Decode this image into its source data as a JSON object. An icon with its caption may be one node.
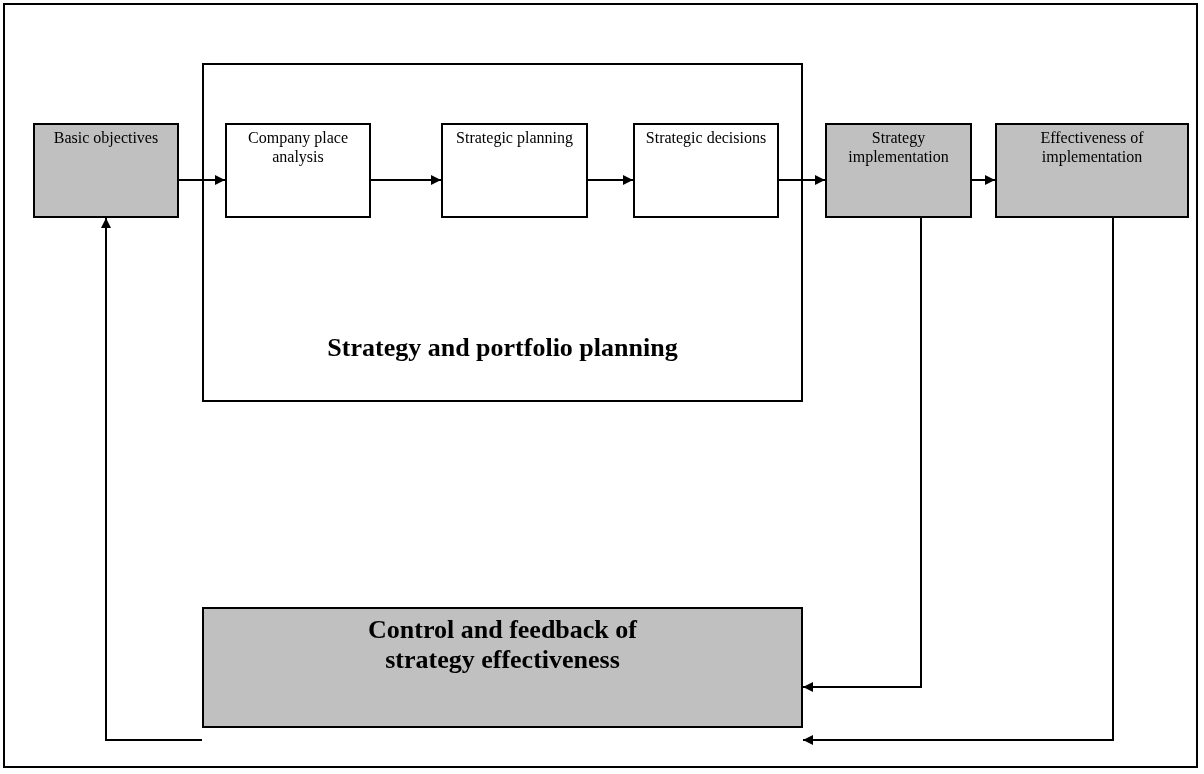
{
  "diagram": {
    "nodes": [
      {
        "text": [
          "Basic objectives"
        ]
      },
      {
        "text": [
          "Strategy and portfolio planning"
        ]
      },
      {
        "text": [
          "Company place analysis"
        ],
        "in": 1
      },
      {
        "text": [
          "Strategic planning"
        ],
        "in": 1
      },
      {
        "text": [
          "Strategic decisions"
        ],
        "in": 1
      },
      {
        "text": [
          "Strategy implementation"
        ]
      },
      {
        "text": [
          "Effectiveness of implementation"
        ]
      },
      {
        "text": [
          "Control and feedback of strategy effectiveness"
        ]
      }
    ],
    "edges": [
      {
        "from": 0,
        "to": 2,
        "arrow": "to"
      },
      {
        "from": 2,
        "to": 3,
        "arrow": "to"
      },
      {
        "from": 3,
        "to": 4,
        "arrow": "to"
      },
      {
        "from": 4,
        "to": 5,
        "arrow": "to"
      },
      {
        "from": 5,
        "to": 6,
        "arrow": "to"
      },
      {
        "from": 5,
        "to": 7,
        "arrow": "to"
      },
      {
        "from": 6,
        "to": 7,
        "arrow": "to"
      },
      {
        "from": 7,
        "to": 0,
        "arrow": "to"
      }
    ]
  }
}
